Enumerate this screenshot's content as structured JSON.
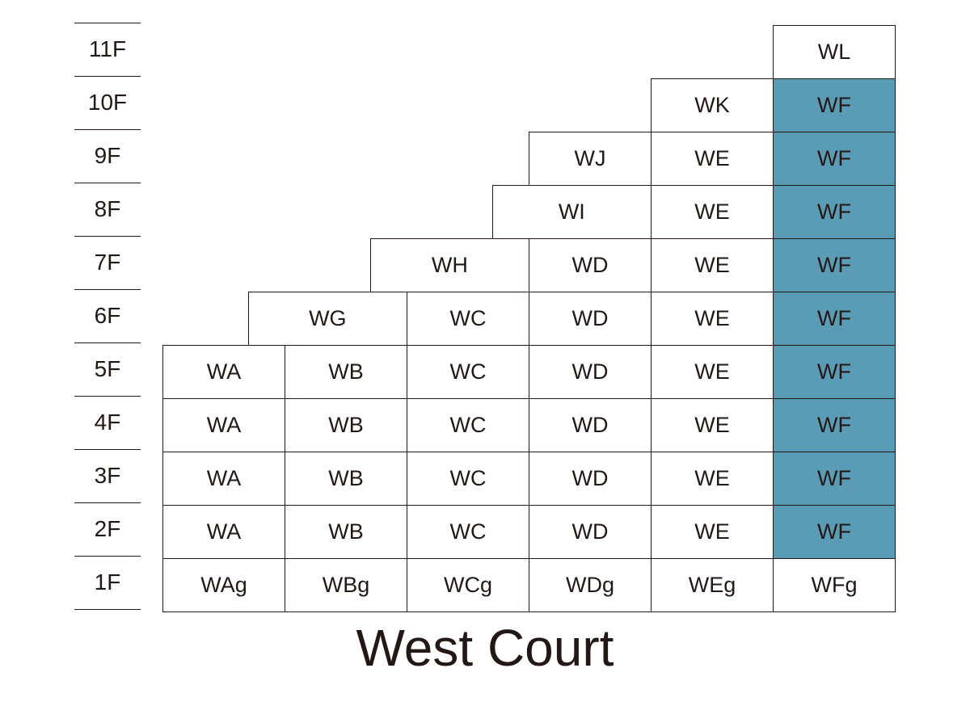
{
  "title": "West Court",
  "colors": {
    "highlight": "#5a9bb5",
    "ink": "#231815"
  },
  "floors": [
    "11F",
    "10F",
    "9F",
    "8F",
    "7F",
    "6F",
    "5F",
    "4F",
    "3F",
    "2F",
    "1F"
  ],
  "units": [
    {
      "label": "WL",
      "floor": "11F",
      "col_start": 5,
      "col_span": 1,
      "highlight": false
    },
    {
      "label": "WK",
      "floor": "10F",
      "col_start": 4,
      "col_span": 1,
      "highlight": false
    },
    {
      "label": "WF",
      "floor": "10F",
      "col_start": 5,
      "col_span": 1,
      "highlight": true
    },
    {
      "label": "WJ",
      "floor": "9F",
      "col_start": 3,
      "col_span": 1,
      "highlight": false
    },
    {
      "label": "WE",
      "floor": "9F",
      "col_start": 4,
      "col_span": 1,
      "highlight": false
    },
    {
      "label": "WF",
      "floor": "9F",
      "col_start": 5,
      "col_span": 1,
      "highlight": true
    },
    {
      "label": "WI",
      "floor": "8F",
      "col_start": 2.7,
      "col_span": 1.3,
      "highlight": false
    },
    {
      "label": "WE",
      "floor": "8F",
      "col_start": 4,
      "col_span": 1,
      "highlight": false
    },
    {
      "label": "WF",
      "floor": "8F",
      "col_start": 5,
      "col_span": 1,
      "highlight": true
    },
    {
      "label": "WH",
      "floor": "7F",
      "col_start": 1.7,
      "col_span": 1.3,
      "highlight": false
    },
    {
      "label": "WD",
      "floor": "7F",
      "col_start": 3,
      "col_span": 1,
      "highlight": false
    },
    {
      "label": "WE",
      "floor": "7F",
      "col_start": 4,
      "col_span": 1,
      "highlight": false
    },
    {
      "label": "WF",
      "floor": "7F",
      "col_start": 5,
      "col_span": 1,
      "highlight": true
    },
    {
      "label": "WG",
      "floor": "6F",
      "col_start": 0.7,
      "col_span": 1.3,
      "highlight": false
    },
    {
      "label": "WC",
      "floor": "6F",
      "col_start": 2,
      "col_span": 1,
      "highlight": false
    },
    {
      "label": "WD",
      "floor": "6F",
      "col_start": 3,
      "col_span": 1,
      "highlight": false
    },
    {
      "label": "WE",
      "floor": "6F",
      "col_start": 4,
      "col_span": 1,
      "highlight": false
    },
    {
      "label": "WF",
      "floor": "6F",
      "col_start": 5,
      "col_span": 1,
      "highlight": true
    },
    {
      "label": "WA",
      "floor": "5F",
      "col_start": 0,
      "col_span": 1,
      "highlight": false
    },
    {
      "label": "WB",
      "floor": "5F",
      "col_start": 1,
      "col_span": 1,
      "highlight": false
    },
    {
      "label": "WC",
      "floor": "5F",
      "col_start": 2,
      "col_span": 1,
      "highlight": false
    },
    {
      "label": "WD",
      "floor": "5F",
      "col_start": 3,
      "col_span": 1,
      "highlight": false
    },
    {
      "label": "WE",
      "floor": "5F",
      "col_start": 4,
      "col_span": 1,
      "highlight": false
    },
    {
      "label": "WF",
      "floor": "5F",
      "col_start": 5,
      "col_span": 1,
      "highlight": true
    },
    {
      "label": "WA",
      "floor": "4F",
      "col_start": 0,
      "col_span": 1,
      "highlight": false
    },
    {
      "label": "WB",
      "floor": "4F",
      "col_start": 1,
      "col_span": 1,
      "highlight": false
    },
    {
      "label": "WC",
      "floor": "4F",
      "col_start": 2,
      "col_span": 1,
      "highlight": false
    },
    {
      "label": "WD",
      "floor": "4F",
      "col_start": 3,
      "col_span": 1,
      "highlight": false
    },
    {
      "label": "WE",
      "floor": "4F",
      "col_start": 4,
      "col_span": 1,
      "highlight": false
    },
    {
      "label": "WF",
      "floor": "4F",
      "col_start": 5,
      "col_span": 1,
      "highlight": true
    },
    {
      "label": "WA",
      "floor": "3F",
      "col_start": 0,
      "col_span": 1,
      "highlight": false
    },
    {
      "label": "WB",
      "floor": "3F",
      "col_start": 1,
      "col_span": 1,
      "highlight": false
    },
    {
      "label": "WC",
      "floor": "3F",
      "col_start": 2,
      "col_span": 1,
      "highlight": false
    },
    {
      "label": "WD",
      "floor": "3F",
      "col_start": 3,
      "col_span": 1,
      "highlight": false
    },
    {
      "label": "WE",
      "floor": "3F",
      "col_start": 4,
      "col_span": 1,
      "highlight": false
    },
    {
      "label": "WF",
      "floor": "3F",
      "col_start": 5,
      "col_span": 1,
      "highlight": true
    },
    {
      "label": "WA",
      "floor": "2F",
      "col_start": 0,
      "col_span": 1,
      "highlight": false
    },
    {
      "label": "WB",
      "floor": "2F",
      "col_start": 1,
      "col_span": 1,
      "highlight": false
    },
    {
      "label": "WC",
      "floor": "2F",
      "col_start": 2,
      "col_span": 1,
      "highlight": false
    },
    {
      "label": "WD",
      "floor": "2F",
      "col_start": 3,
      "col_span": 1,
      "highlight": false
    },
    {
      "label": "WE",
      "floor": "2F",
      "col_start": 4,
      "col_span": 1,
      "highlight": false
    },
    {
      "label": "WF",
      "floor": "2F",
      "col_start": 5,
      "col_span": 1,
      "highlight": true
    },
    {
      "label": "WAg",
      "floor": "1F",
      "col_start": 0,
      "col_span": 1,
      "highlight": false
    },
    {
      "label": "WBg",
      "floor": "1F",
      "col_start": 1,
      "col_span": 1,
      "highlight": false
    },
    {
      "label": "WCg",
      "floor": "1F",
      "col_start": 2,
      "col_span": 1,
      "highlight": false
    },
    {
      "label": "WDg",
      "floor": "1F",
      "col_start": 3,
      "col_span": 1,
      "highlight": false
    },
    {
      "label": "WEg",
      "floor": "1F",
      "col_start": 4,
      "col_span": 1,
      "highlight": false
    },
    {
      "label": "WFg",
      "floor": "1F",
      "col_start": 5,
      "col_span": 1,
      "highlight": false
    }
  ]
}
